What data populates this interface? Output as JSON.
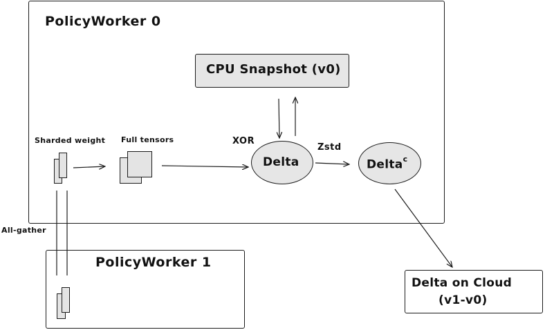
{
  "diagram": {
    "policy_worker_0": {
      "title": "PolicyWorker 0"
    },
    "policy_worker_1": {
      "title": "PolicyWorker 1"
    },
    "cpu_snapshot": {
      "label": "CPU Snapshot (v0)"
    },
    "sharded_weight": {
      "label": "Sharded weight"
    },
    "full_tensors": {
      "label": "Full tensors"
    },
    "xor": {
      "label": "XOR"
    },
    "delta": {
      "label": "Delta"
    },
    "zstd": {
      "label": "Zstd"
    },
    "delta_compressed": {
      "label": "Delta",
      "superscript": "c"
    },
    "all_gather": {
      "label": "All-gather"
    },
    "delta_on_cloud": {
      "line1": "Delta on Cloud",
      "line2": "(v1-v0)"
    }
  },
  "colors": {
    "stroke": "#1a1a1a",
    "node_fill": "#e6e6e6",
    "background": "#ffffff"
  }
}
